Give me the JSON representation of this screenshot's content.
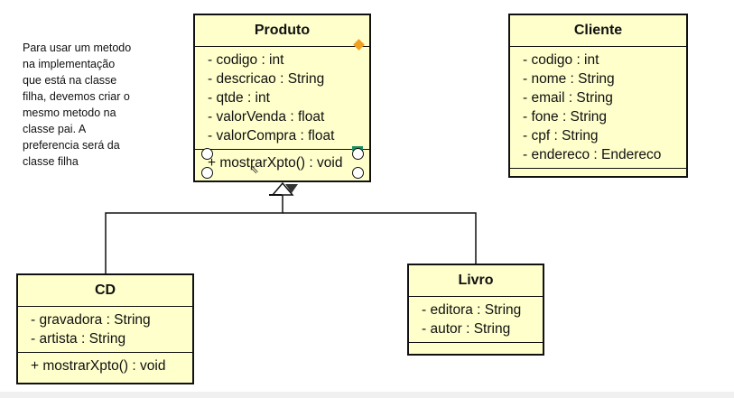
{
  "note": {
    "lines": [
      "Para usar um metodo",
      "na implementação",
      "que está na classe",
      "filha, devemos criar o",
      "mesmo metodo na",
      "classe pai. A",
      "preferencia será da",
      "classe filha"
    ]
  },
  "classes": {
    "produto": {
      "name": "Produto",
      "attributes": [
        "- codigo : int",
        "- descricao : String",
        "- qtde : int",
        "- valorVenda : float",
        "- valorCompra : float"
      ],
      "operations": [
        "+ mostrarXpto() : void"
      ]
    },
    "cliente": {
      "name": "Cliente",
      "attributes": [
        "- codigo : int",
        "- nome : String",
        "- email : String",
        "- fone : String",
        "- cpf : String",
        "- endereco : Endereco"
      ],
      "operations": []
    },
    "cd": {
      "name": "CD",
      "attributes": [
        "- gravadora : String",
        "- artista : String"
      ],
      "operations": [
        "+ mostrarXpto() : void"
      ]
    },
    "livro": {
      "name": "Livro",
      "attributes": [
        "- editora : String",
        "- autor : String"
      ],
      "operations": []
    }
  },
  "relationships": [
    {
      "type": "generalization",
      "child": "CD",
      "parent": "Produto"
    },
    {
      "type": "generalization",
      "child": "Livro",
      "parent": "Produto"
    }
  ],
  "colors": {
    "class_fill": "#ffffcc",
    "selection_diamond": "#f0a020",
    "selection_mark": "#1a9060"
  }
}
